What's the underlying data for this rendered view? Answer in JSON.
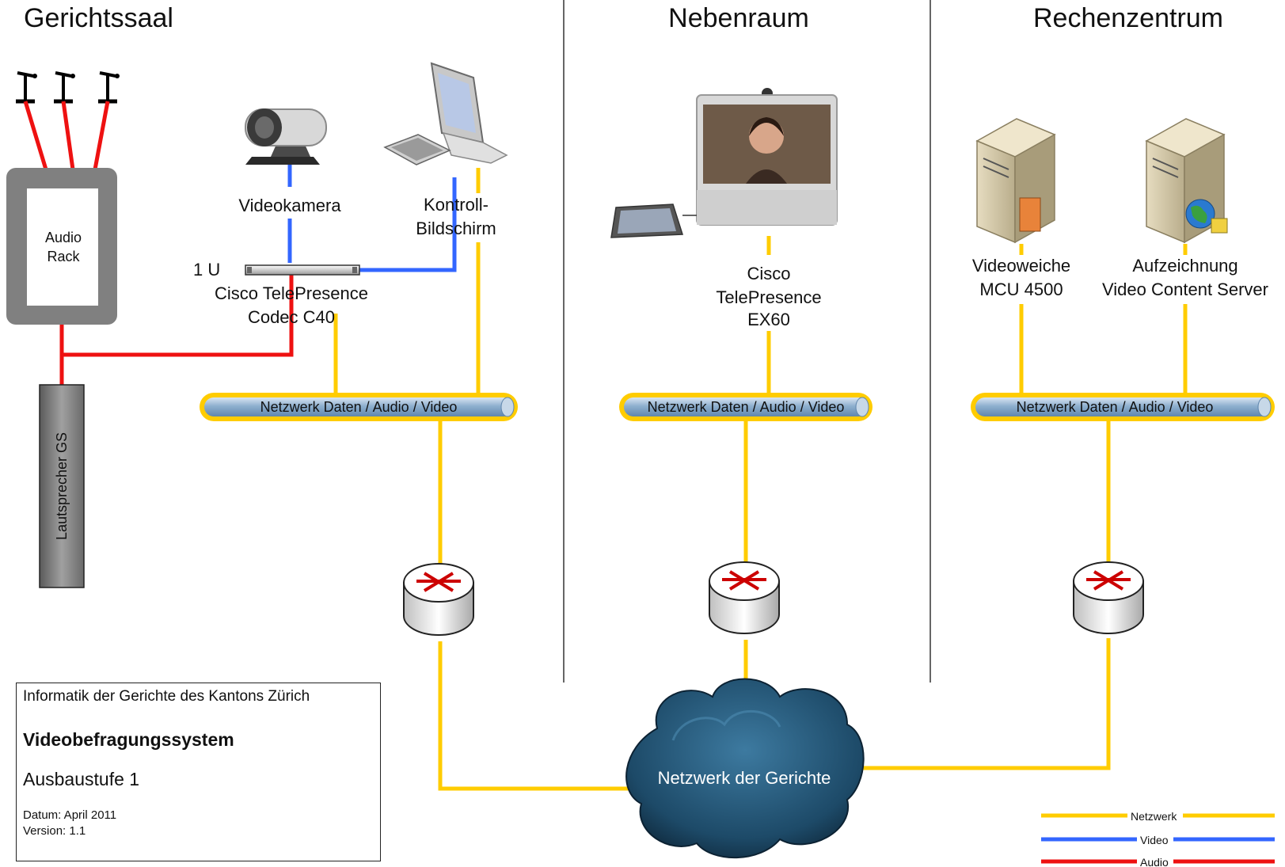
{
  "sections": {
    "left": "Gerichtssaal",
    "middle": "Nebenraum",
    "right": "Rechenzentrum"
  },
  "devices": {
    "audio_rack_line1": "Audio",
    "audio_rack_line2": "Rack",
    "speaker": "Lautsprecher GS",
    "camera": "Videokamera",
    "monitor_line1": "Kontroll-",
    "monitor_line2": "Bildschirm",
    "codec_rack_unit": "1 U",
    "codec_line1": "Cisco TelePresence",
    "codec_line2": "Codec C40",
    "ex60_line1": "Cisco",
    "ex60_line2": "TelePresence",
    "ex60_line3": "EX60",
    "mcu_line1": "Videoweiche",
    "mcu_line2": "MCU 4500",
    "vcs_line1": "Aufzeichnung",
    "vcs_line2": "Video Content Server"
  },
  "network": {
    "pipe_label": "Netzwerk Daten / Audio / Video",
    "cloud_label": "Netzwerk der Gerichte"
  },
  "info": {
    "organization": "Informatik der Gerichte des Kantons Zürich",
    "system_name": "Videobefragungssystem",
    "stage": "Ausbaustufe 1",
    "date": "Datum: April 2011",
    "version": "Version: 1.1"
  },
  "legend": {
    "network": "Netzwerk",
    "video": "Video",
    "audio": "Audio"
  },
  "colors": {
    "network": "#ffcc00",
    "video": "#3366ff",
    "audio": "#ee1111",
    "cloud": "#1f4e6b",
    "router_arrow": "#cc0000"
  }
}
